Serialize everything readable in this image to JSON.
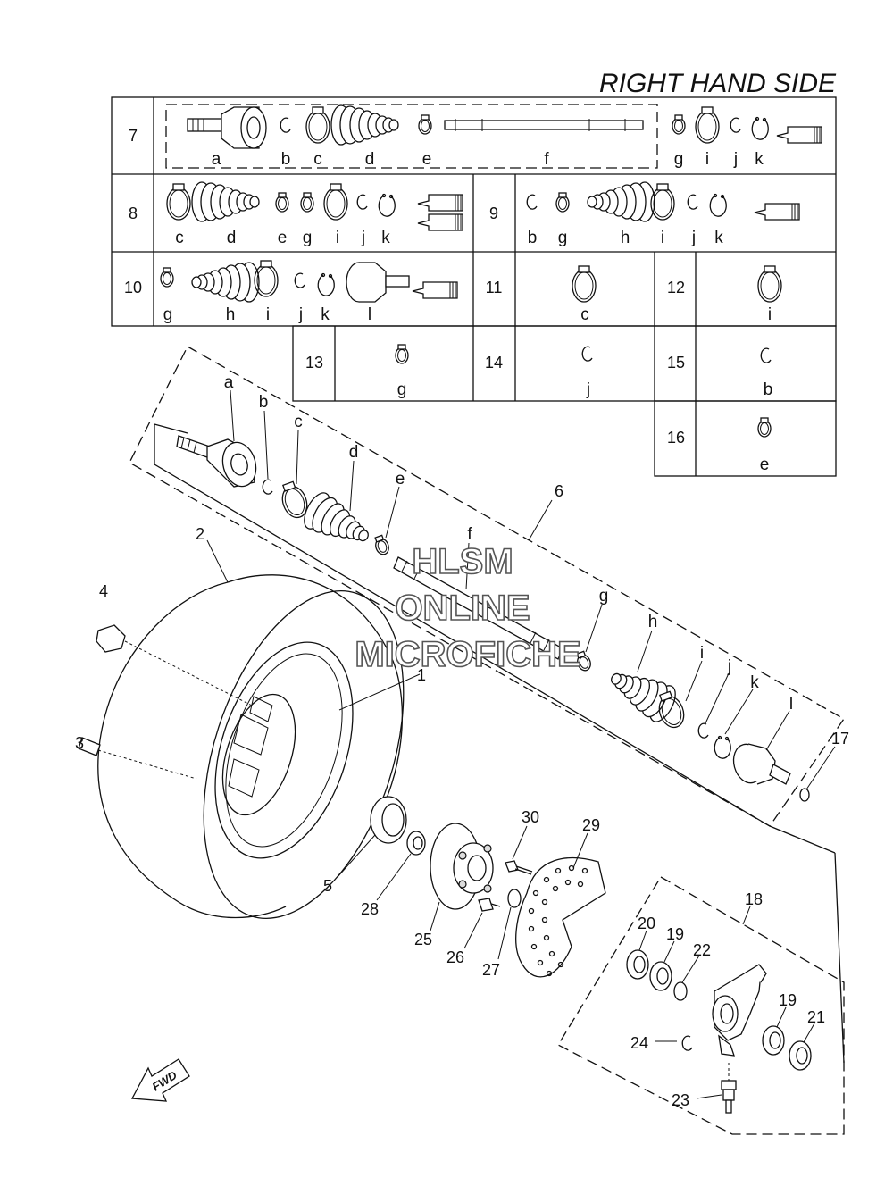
{
  "title": "RIGHT HAND SIDE",
  "watermark": {
    "line1": "HLSM",
    "line2": "ONLINE",
    "line3": "MICROFICHE"
  },
  "fwd_label": "FWD",
  "table": {
    "row7": {
      "ref": "7",
      "letters": [
        "a",
        "b",
        "c",
        "d",
        "e",
        "f",
        "g",
        "i",
        "j",
        "k"
      ]
    },
    "row8": {
      "ref": "8",
      "letters": [
        "c",
        "d",
        "e",
        "g",
        "i",
        "j",
        "k"
      ]
    },
    "row9": {
      "ref": "9",
      "letters": [
        "b",
        "g",
        "h",
        "i",
        "j",
        "k"
      ]
    },
    "row10": {
      "ref": "10",
      "letters": [
        "g",
        "h",
        "i",
        "j",
        "k",
        "l"
      ]
    },
    "cell11": {
      "ref": "11",
      "letter": "c"
    },
    "cell12": {
      "ref": "12",
      "letter": "i"
    },
    "cell13": {
      "ref": "13",
      "letter": "g"
    },
    "cell14": {
      "ref": "14",
      "letter": "j"
    },
    "cell15": {
      "ref": "15",
      "letter": "b"
    },
    "cell16": {
      "ref": "16",
      "letter": "e"
    }
  },
  "shaft_letters": [
    "a",
    "b",
    "c",
    "d",
    "e",
    "f",
    "g",
    "h",
    "i",
    "j",
    "k",
    "l"
  ],
  "callouts": [
    "1",
    "2",
    "3",
    "4",
    "5",
    "6",
    "17",
    "18",
    "19",
    "19",
    "20",
    "21",
    "22",
    "23",
    "24",
    "25",
    "26",
    "27",
    "28",
    "29",
    "30"
  ]
}
